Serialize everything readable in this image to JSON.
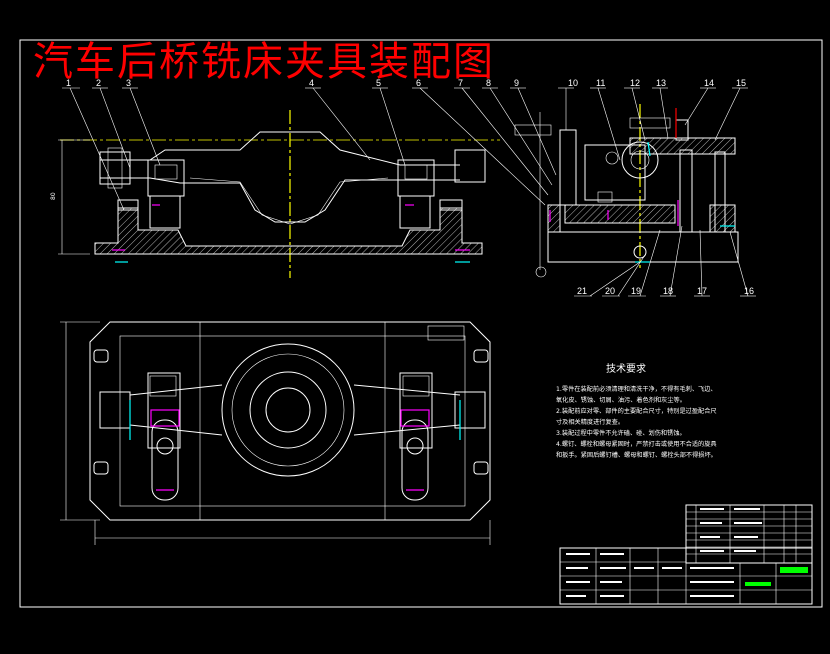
{
  "title": "汽车后桥铣床夹具装配图",
  "front_view_labels": [
    "1",
    "2",
    "3",
    "4",
    "5",
    "6",
    "7",
    "8",
    "9",
    "10",
    "11",
    "12",
    "13",
    "14",
    "15"
  ],
  "side_view_bottom_labels": [
    "21",
    "20",
    "19",
    "18",
    "17",
    "16"
  ],
  "tech_requirements": {
    "heading": "技术要求",
    "lines": [
      "1.零件在装配前必须清理和清洗干净，不得有毛刺、飞边、",
      "氧化皮、锈蚀、切屑、油污、着色剂和灰尘等。",
      "2.装配前应对零、部件的主要配合尺寸，特别是过盈配合尺",
      "寸及相关精度进行复查。",
      "3.装配过程中零件不允许磕、碰、划伤和锈蚀。",
      "4.螺钉、螺栓和螺母紧固时，严禁打击或使用不合适的旋具",
      "和扳手。紧固后螺钉槽、螺母和螺钉、螺栓头部不得损坏。"
    ]
  },
  "colors": {
    "background": "#000000",
    "title": "#ff0000",
    "linework": "#ffffff",
    "centerlines": "#ffff00",
    "accent_cyan": "#00ffff",
    "accent_magenta": "#ff00ff",
    "accent_green": "#00ff00"
  }
}
